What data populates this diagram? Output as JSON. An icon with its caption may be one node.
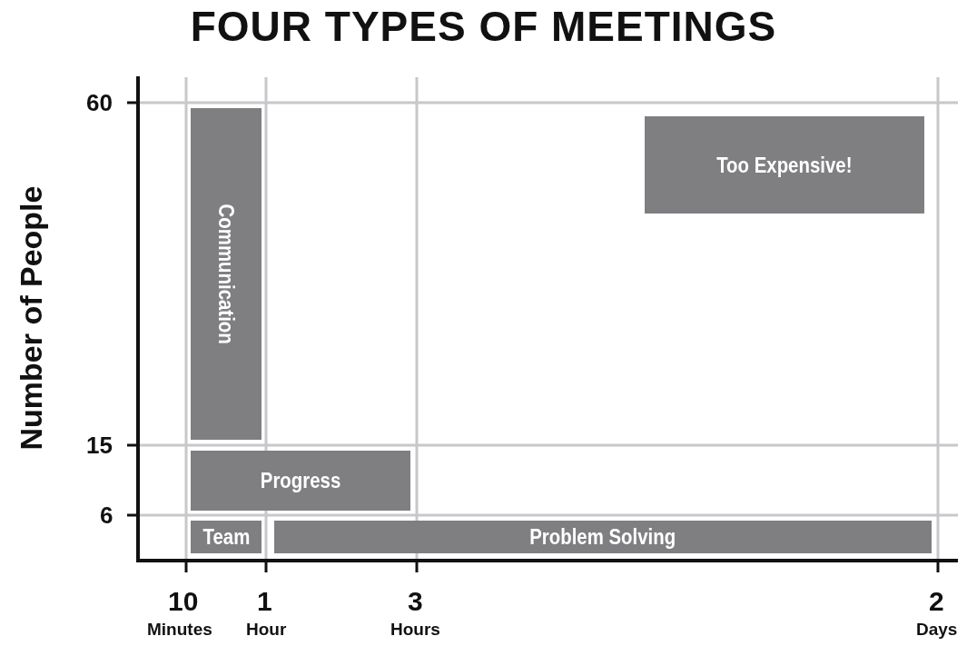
{
  "diagram": {
    "title": "FOUR TYPES OF MEETINGS",
    "nodes": [
      {
        "text": [
          "Communication"
        ]
      },
      {
        "text": [
          "Too Expensive!"
        ]
      },
      {
        "text": [
          "Progress"
        ]
      },
      {
        "text": [
          "Team"
        ]
      },
      {
        "text": [
          "Problem Solving"
        ]
      }
    ],
    "labels": [
      "Number of People",
      "60",
      "15",
      "6",
      "10",
      "Minutes",
      "1",
      "Hour",
      "3",
      "Hours",
      "2",
      "Days"
    ]
  }
}
